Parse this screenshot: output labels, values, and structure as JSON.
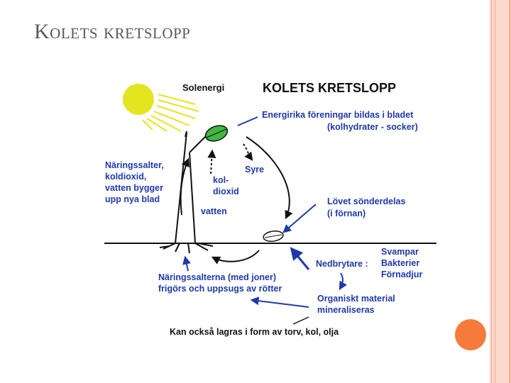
{
  "slide": {
    "title": "Kolets kretslopp"
  },
  "diagram": {
    "heading": "KOLETS KRETSLOPP",
    "solenergi": "Solenergi",
    "energy_line1": "Energirika föreningar bildas i bladet",
    "energy_line2": "(kolhydrater - socker)",
    "syre": "Syre",
    "kol_line1": "kol-",
    "kol_line2": "dioxid",
    "vatten": "vatten",
    "nutrients_line1": "Näringssalter,",
    "nutrients_line2": "koldioxid,",
    "nutrients_line3": "vatten bygger",
    "nutrients_line4": "upp nya blad",
    "leaf_line1": "Lövet sönderdelas",
    "leaf_line2": "(i förnan)",
    "decomposers_label": "Nedbrytare :",
    "decomposers_item1": "Svampar",
    "decomposers_item2": "Bakterier",
    "decomposers_item3": "Förnadjur",
    "released_line1": "Näringssalterna (med joner)",
    "released_line2": "frigörs och uppsugs av rötter",
    "organic_line1": "Organiskt material",
    "organic_line2": "mineraliseras",
    "storage": "Kan också lagras i form av torv, kol, olja"
  },
  "colors": {
    "title": "#5a5a5a",
    "sun": "#e3e521",
    "leaf": "#3fb83f",
    "blue": "#1f3aa8",
    "black": "#111111",
    "band": "#fbd9cc",
    "accent": "#f57b3d"
  }
}
